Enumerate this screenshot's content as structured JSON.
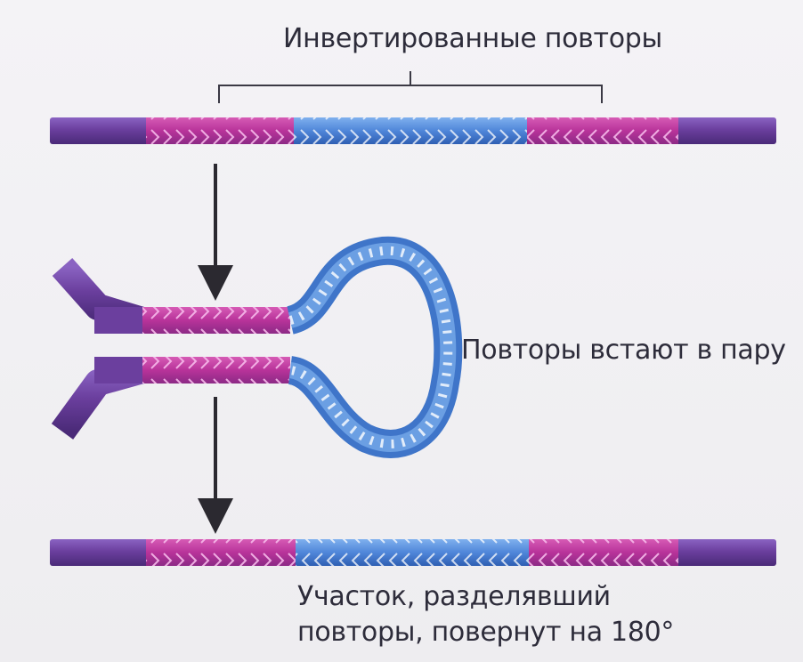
{
  "labels": {
    "inverted_repeats": "Инвертированные повторы",
    "repeats_pair": "Повторы встают в пару",
    "result_line1": "Участок, разделявший",
    "result_line2": "повторы, повернут на 180°"
  },
  "colors": {
    "dna_purple": "#6a3d9a",
    "repeat_magenta": "#c0379c",
    "middle_blue": "#4f86d9",
    "arrow": "#2b2930",
    "bracket": "#3a3944"
  }
}
